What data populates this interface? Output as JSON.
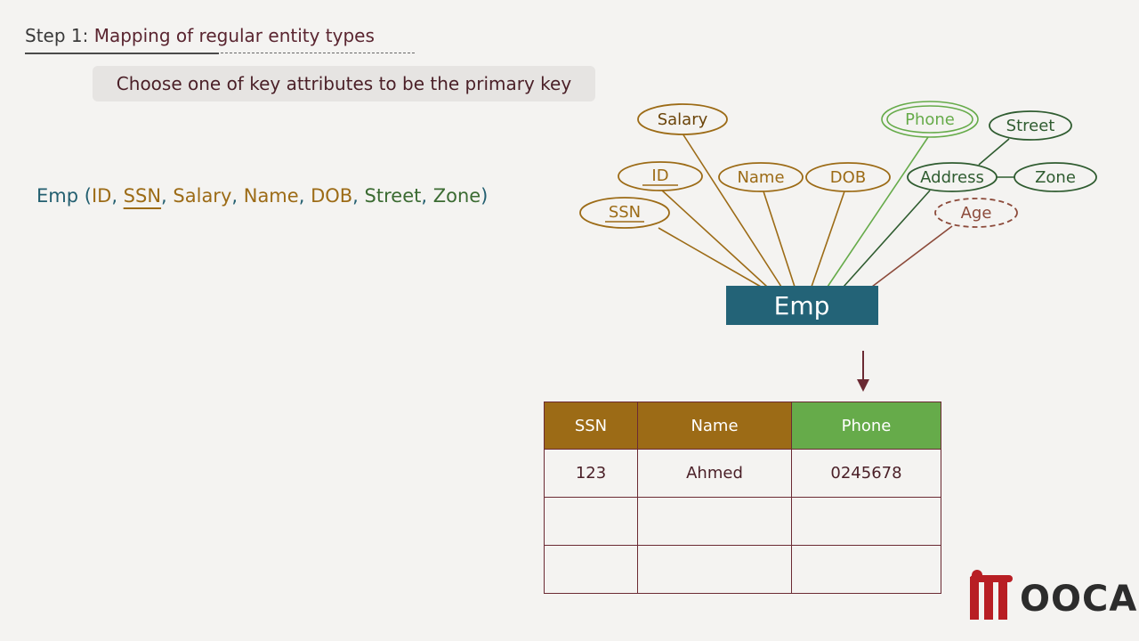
{
  "heading": {
    "prefix": "Step 1:",
    "rest": " Mapping of regular entity types"
  },
  "callout": "Choose one of key attributes to be the primary key",
  "relation": {
    "name": "Emp",
    "open": " (",
    "attributes": [
      "ID",
      "SSN",
      "Salary",
      "Name",
      "DOB",
      "Street",
      "Zone"
    ],
    "close": ")"
  },
  "er": {
    "entity": "Emp",
    "attributes": {
      "salary": "Salary",
      "id": "ID",
      "ssn": "SSN",
      "name": "Name",
      "dob": "DOB",
      "phone": "Phone",
      "address": "Address",
      "street": "Street",
      "zone": "Zone",
      "age": "Age"
    }
  },
  "table": {
    "headers": [
      "SSN",
      "Name",
      "Phone"
    ],
    "rows": [
      [
        "123",
        "Ahmed",
        "0245678"
      ],
      [
        "",
        "",
        ""
      ],
      [
        "",
        "",
        ""
      ]
    ]
  },
  "logo": {
    "text": "OOCA"
  },
  "colors": {
    "entity_fill": "#236377",
    "attr_gold": "#9c6b16",
    "attr_green_light": "#66ab4a",
    "attr_green_dark": "#2f5c30",
    "attr_brown": "#8c4a3a",
    "header_gold": "#9c6b16",
    "header_green": "#66ab4a",
    "logo_red": "#b81e24"
  }
}
